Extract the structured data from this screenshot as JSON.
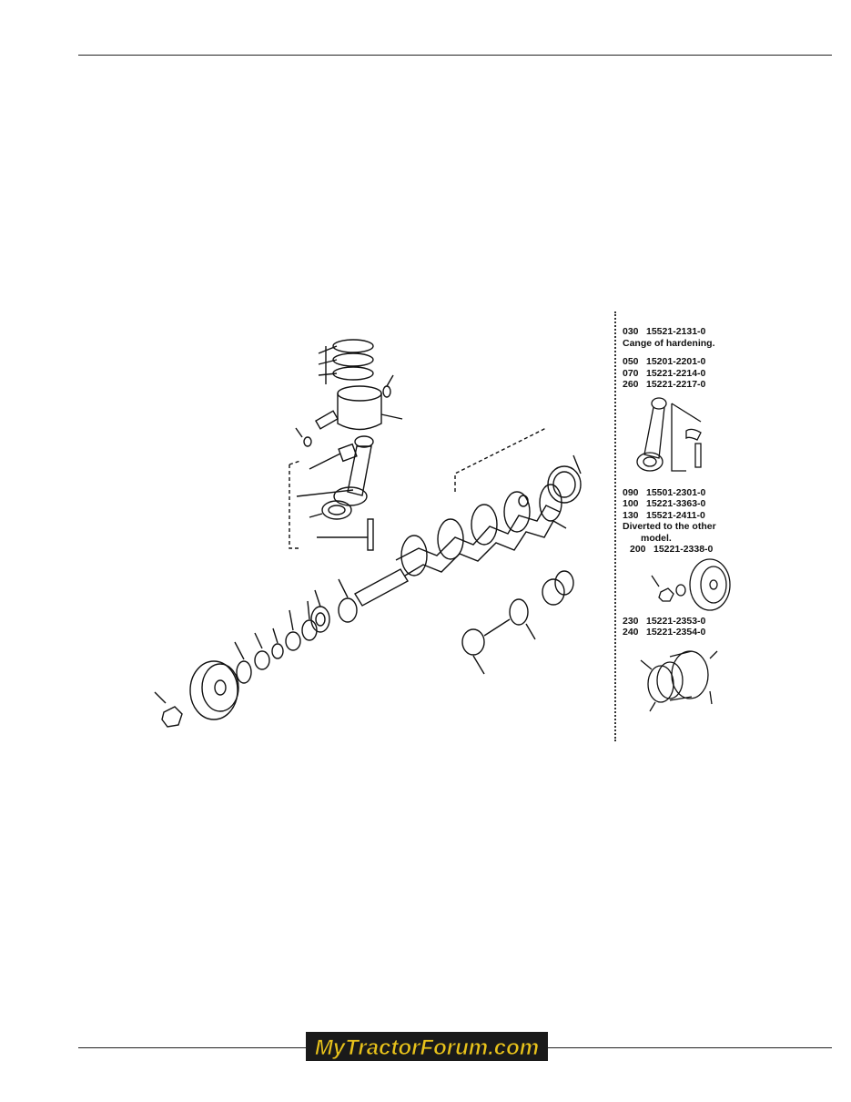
{
  "notes": {
    "group1": [
      {
        "code": "030",
        "part": "15521-2131-0"
      }
    ],
    "group1_comment": "Cange of hardening.",
    "group2": [
      {
        "code": "050",
        "part": "15201-2201-0"
      },
      {
        "code": "070",
        "part": "15221-2214-0"
      },
      {
        "code": "260",
        "part": "15221-2217-0"
      }
    ],
    "group3": [
      {
        "code": "090",
        "part": "15501-2301-0"
      },
      {
        "code": "100",
        "part": "15221-3363-0"
      },
      {
        "code": "130",
        "part": "15521-2411-0"
      }
    ],
    "group3_comment_1": "Diverted to the other",
    "group3_comment_2": "model.",
    "group4": [
      {
        "code": "200",
        "part": "15221-2338-0"
      }
    ],
    "group5": [
      {
        "code": "230",
        "part": "15221-2353-0"
      },
      {
        "code": "240",
        "part": "15221-2354-0"
      }
    ]
  },
  "logo": {
    "text": "MyTractorForum.com",
    "fill": "#e8c21a",
    "outline": "#1a1a1a"
  }
}
